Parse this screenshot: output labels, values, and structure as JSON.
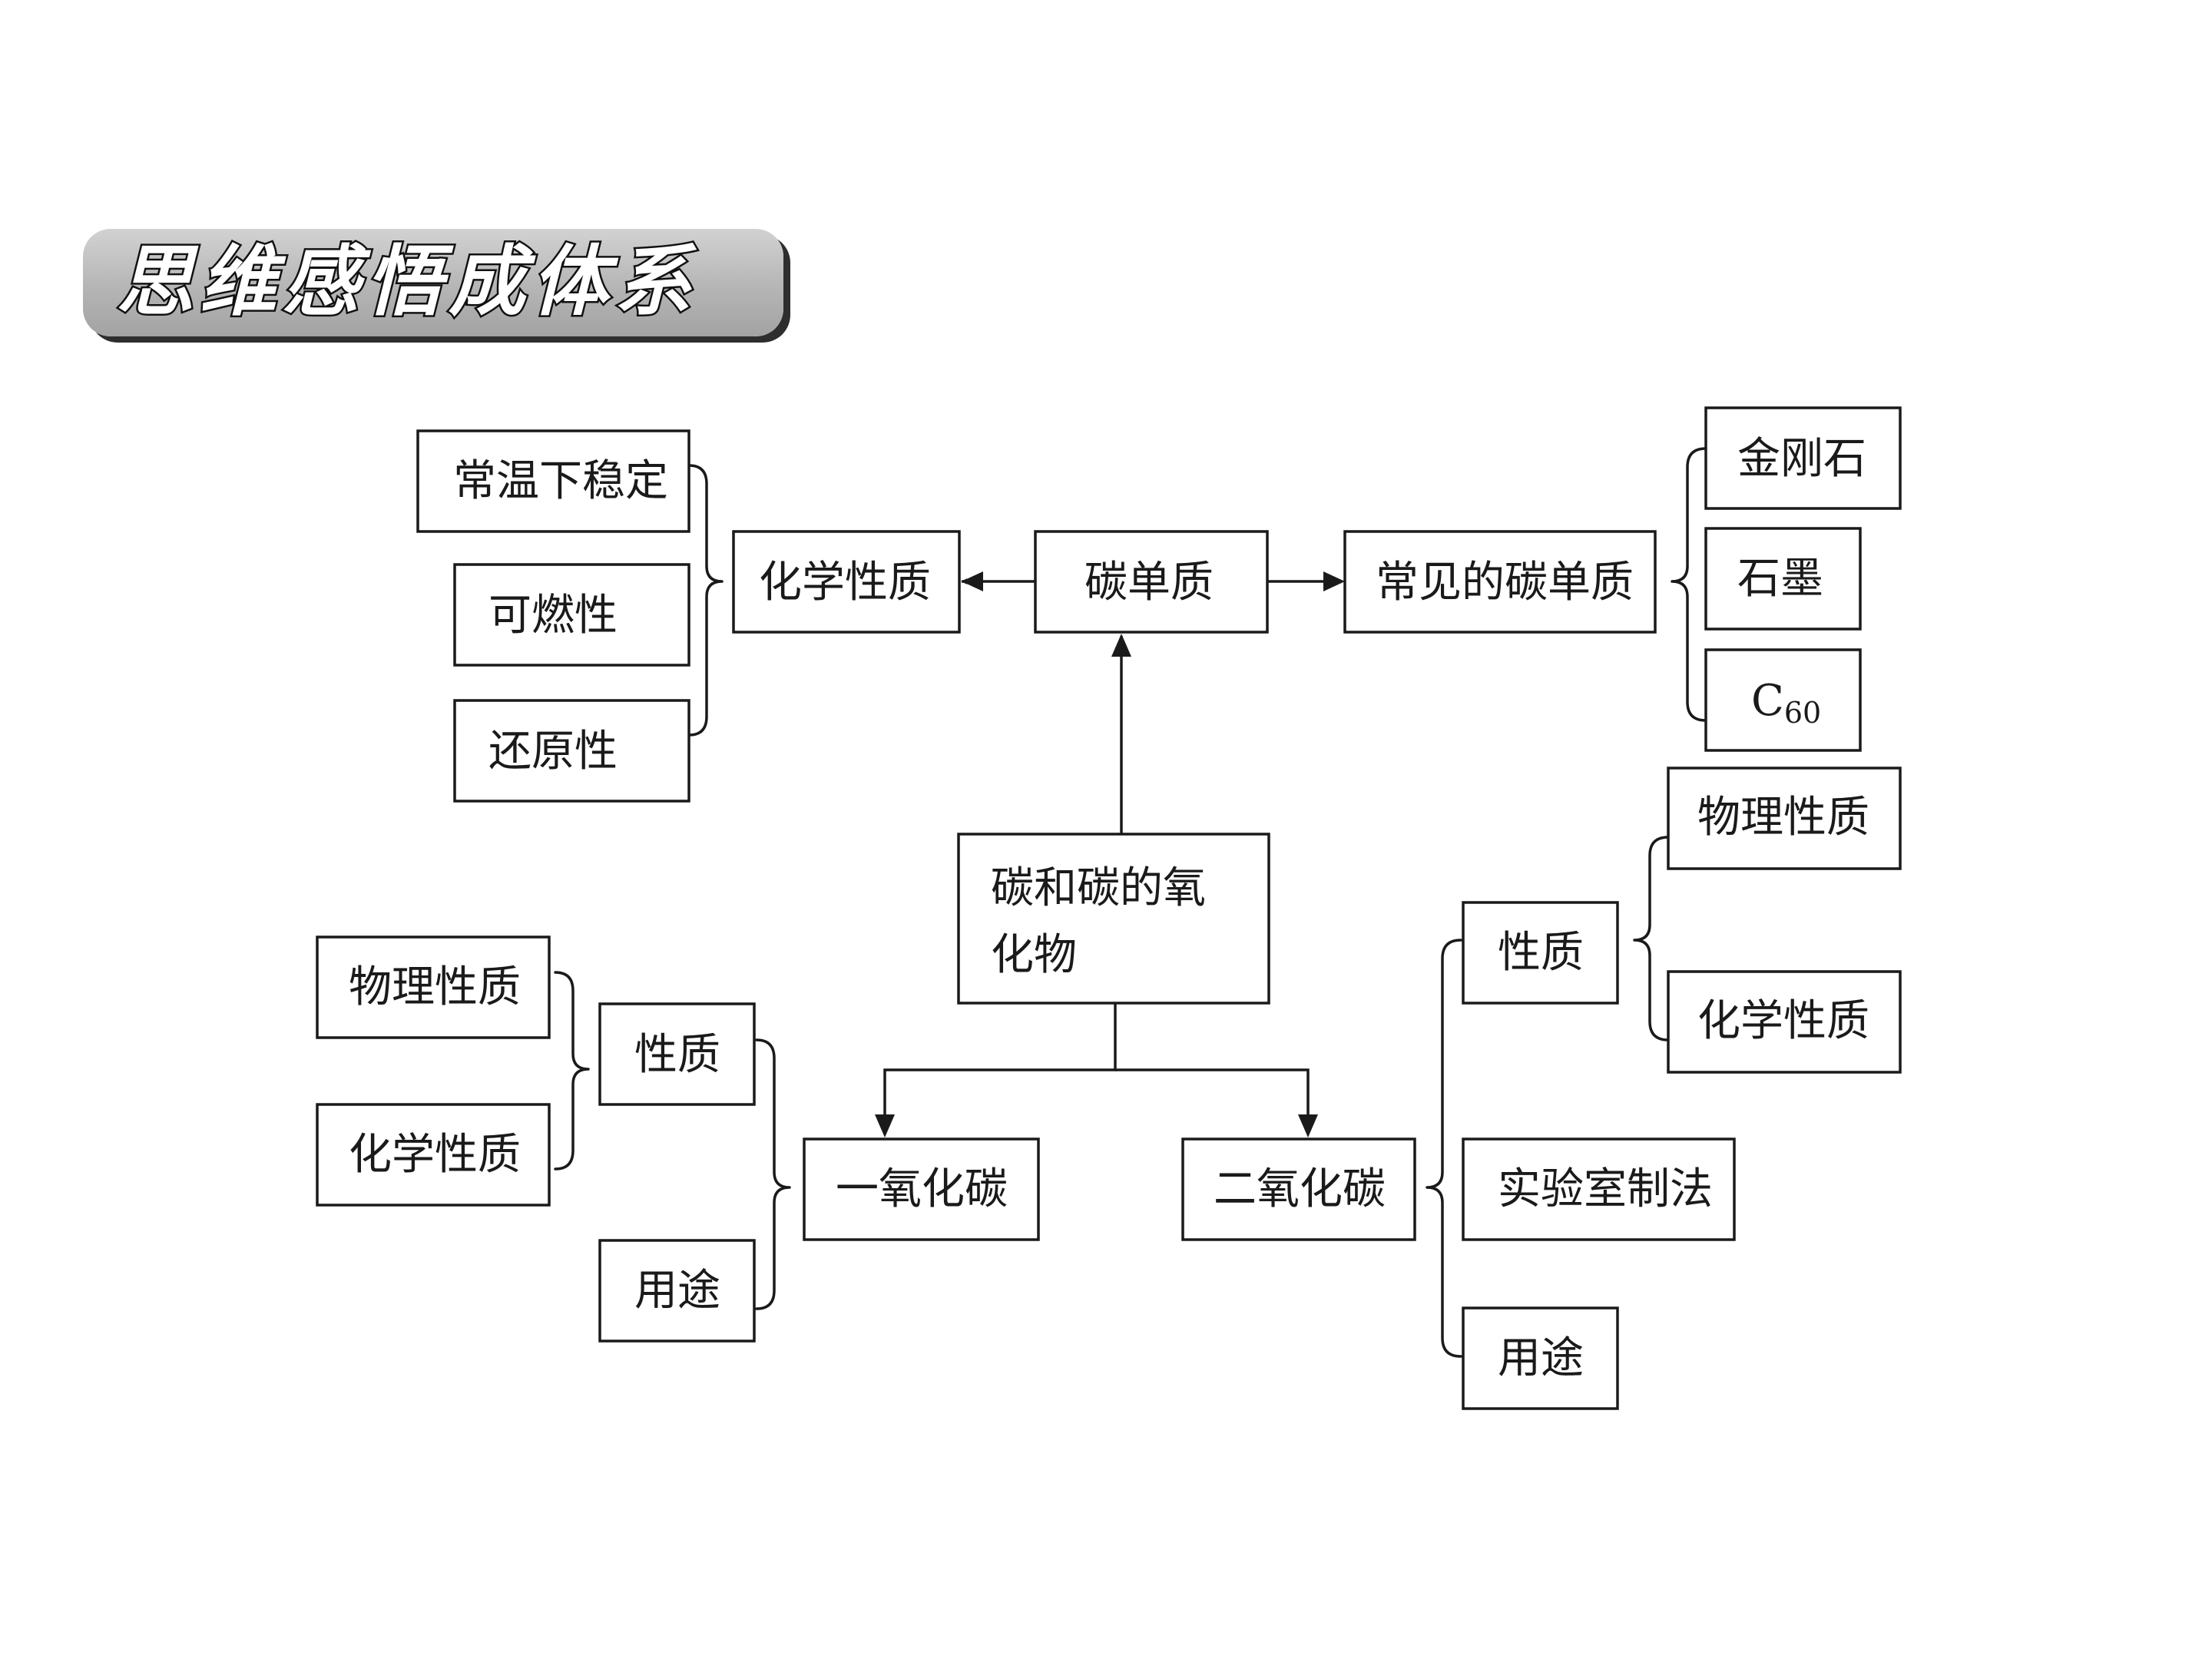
{
  "header": {
    "title": "思维感悟成体系"
  },
  "nodes": {
    "changwen": "常温下稳定",
    "kerans": "可燃性",
    "huanyuan": "还原性",
    "huaxue_top": "化学性质",
    "tandanzhi": "碳单质",
    "changjian": "常见的碳单质",
    "jingangshi": "金刚石",
    "shimo": "石墨",
    "c60_base": "C",
    "c60_sub": "60",
    "root_line1": "碳和碳的氧",
    "root_line2": "化物",
    "wuli_left": "物理性质",
    "huaxue_left": "化学性质",
    "xingzhi_left": "性质",
    "yongtu_left": "用途",
    "co": "一氧化碳",
    "co2": "二氧化碳",
    "xingzhi_right": "性质",
    "wuli_right": "物理性质",
    "huaxue_right": "化学性质",
    "shiyanshi": "实验室制法",
    "yongtu_right": "用途"
  }
}
